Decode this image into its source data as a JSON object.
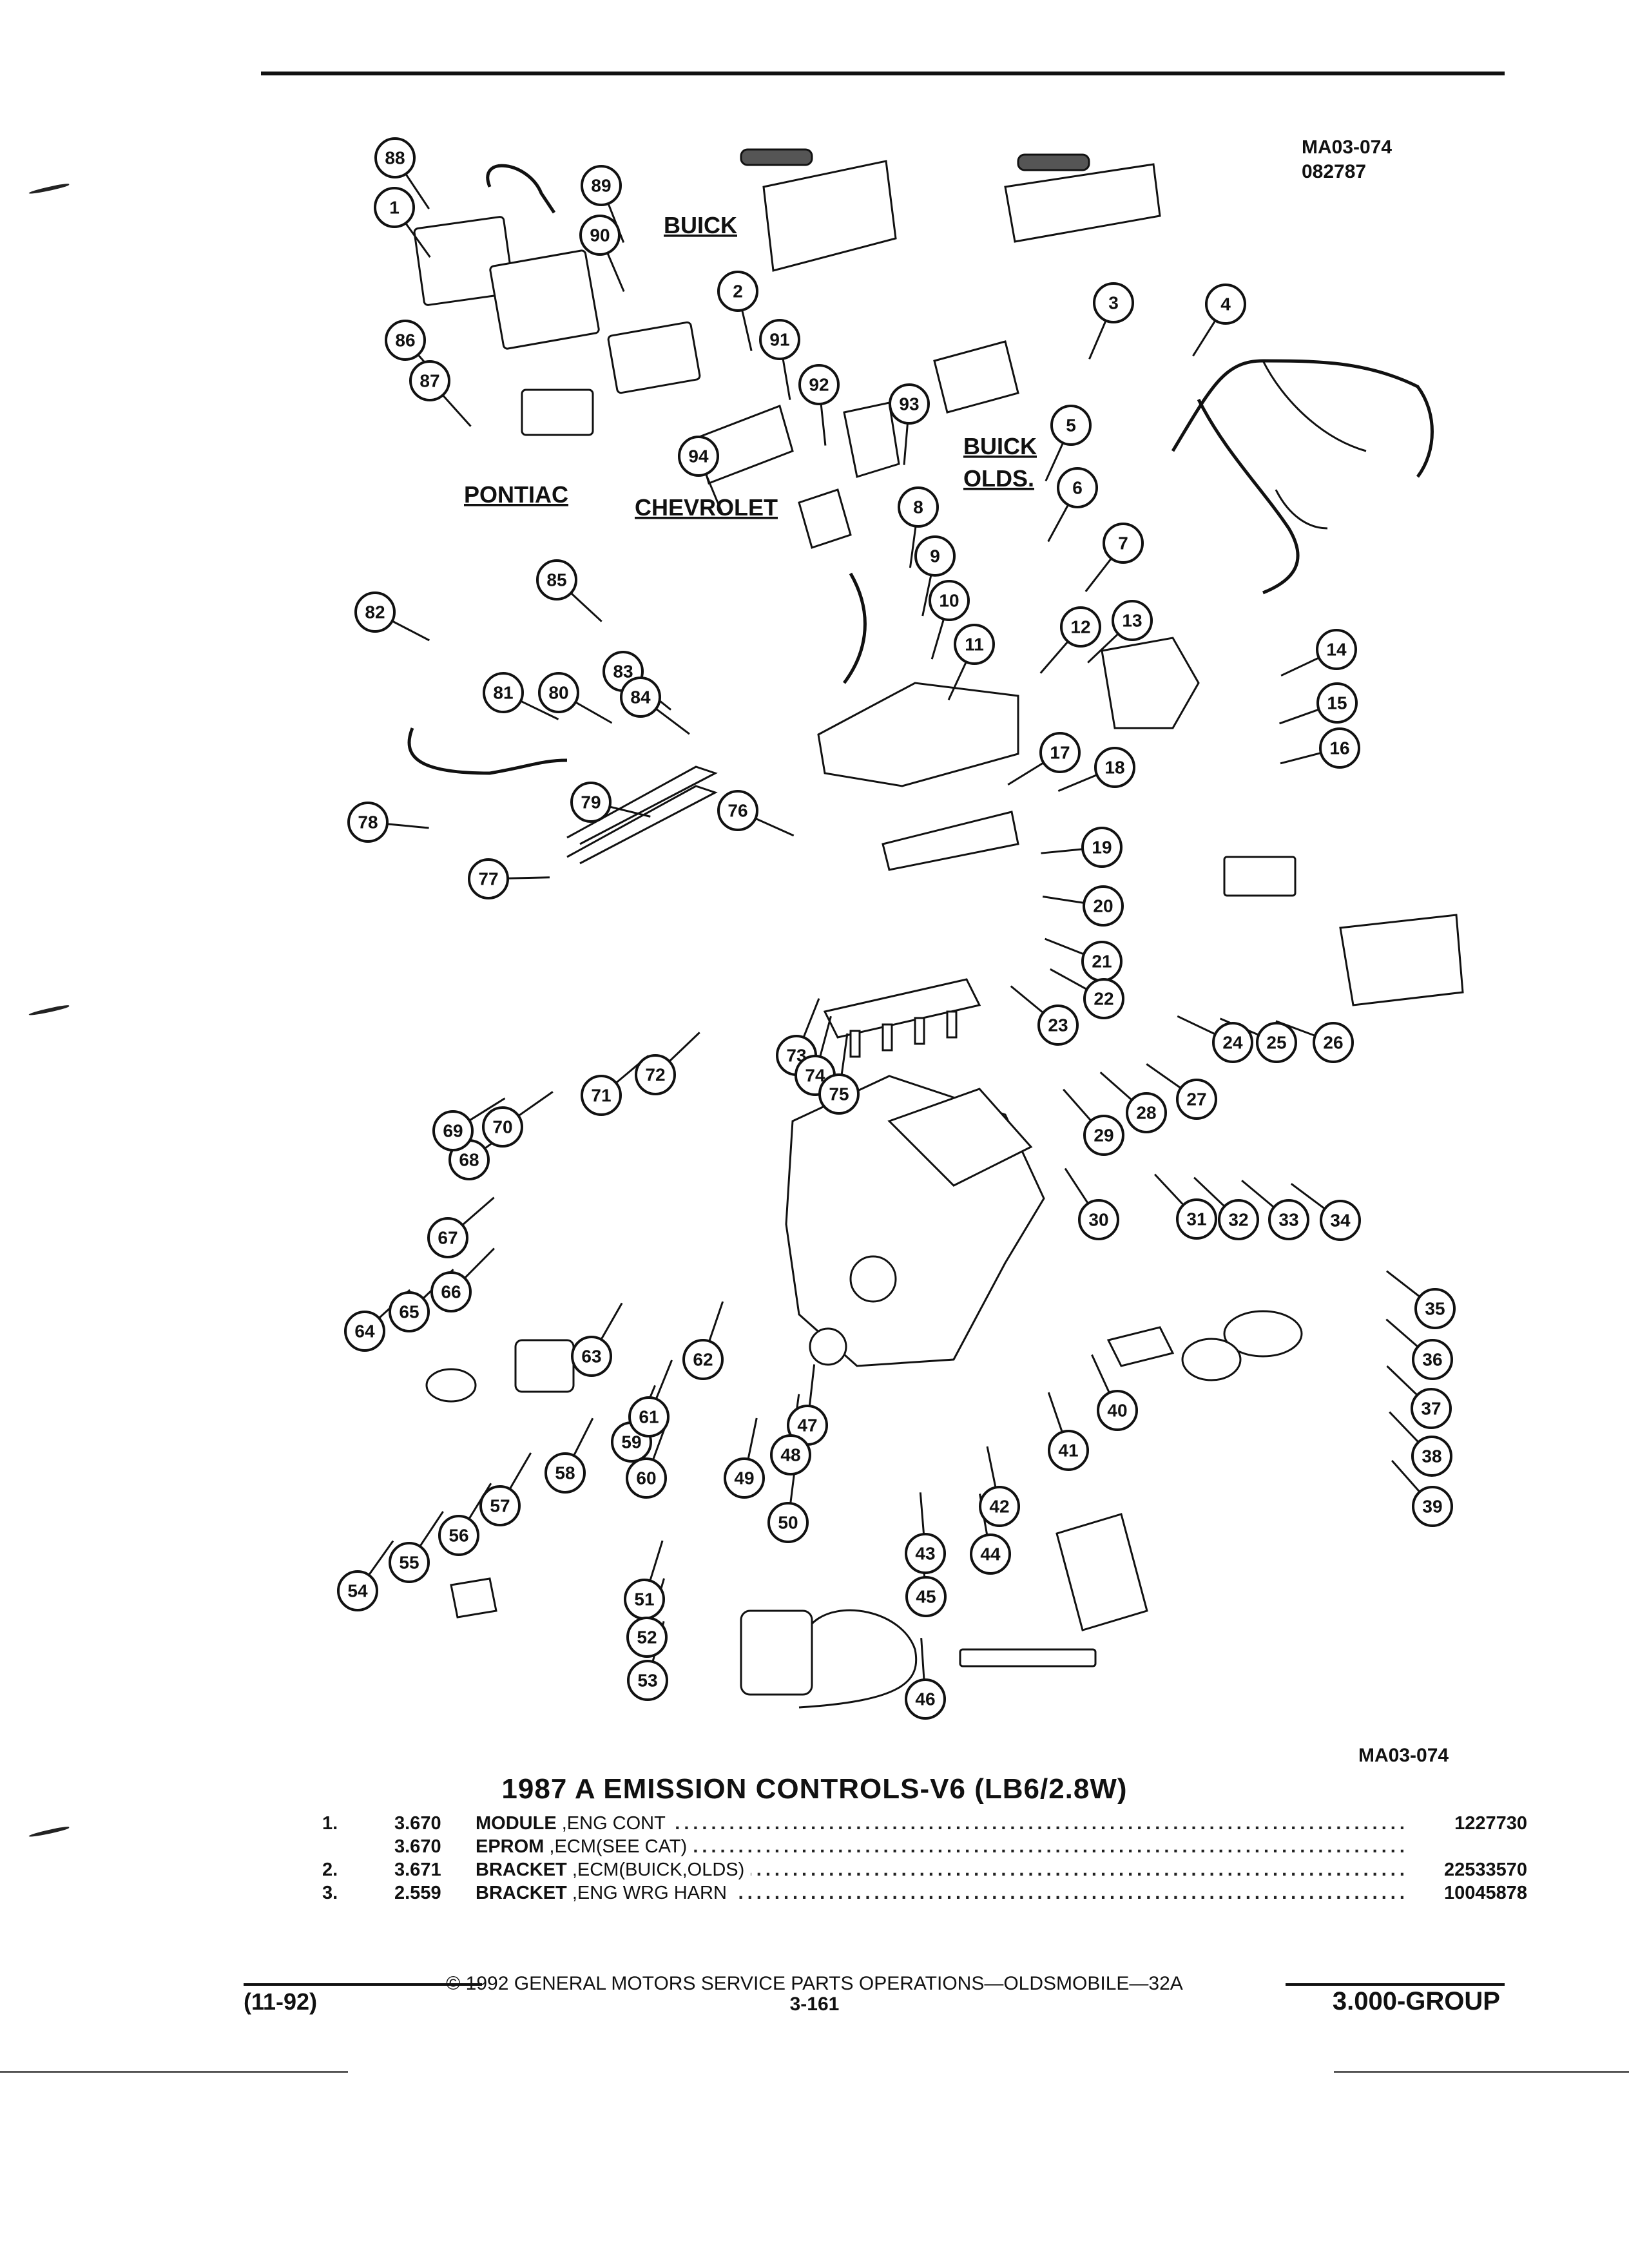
{
  "drawing_codes": {
    "top_right": "MA03-074\n082787",
    "bottom_right": "MA03-074"
  },
  "makers": {
    "buick": "BUICK",
    "pontiac": "PONTIAC",
    "chevrolet": "CHEVROLET",
    "buick_olds": "BUICK\nOLDS."
  },
  "callouts": [
    "1",
    "2",
    "3",
    "4",
    "5",
    "6",
    "7",
    "8",
    "9",
    "10",
    "11",
    "12",
    "13",
    "14",
    "15",
    "16",
    "17",
    "18",
    "19",
    "20",
    "21",
    "22",
    "23",
    "24",
    "25",
    "26",
    "27",
    "28",
    "29",
    "30",
    "31",
    "32",
    "33",
    "34",
    "35",
    "36",
    "37",
    "38",
    "39",
    "40",
    "41",
    "42",
    "43",
    "44",
    "45",
    "46",
    "47",
    "48",
    "49",
    "50",
    "51",
    "52",
    "53",
    "54",
    "55",
    "56",
    "57",
    "58",
    "59",
    "60",
    "61",
    "62",
    "63",
    "64",
    "65",
    "66",
    "67",
    "68",
    "69",
    "70",
    "71",
    "72",
    "73",
    "74",
    "75",
    "76",
    "77",
    "78",
    "79",
    "80",
    "81",
    "82",
    "83",
    "84",
    "85",
    "86",
    "87",
    "88",
    "89",
    "90",
    "91",
    "92",
    "93",
    "94"
  ],
  "title": "1987 A EMISSION CONTROLS-V6 (LB6/2.8W)",
  "parts_list": [
    {
      "no": "1.",
      "ref": "3.670",
      "name": "MODULE",
      "qualifier": ",ENG CONT",
      "part_number": "1227730"
    },
    {
      "no": "",
      "ref": "3.670",
      "name": "EPROM",
      "qualifier": ",ECM(SEE CAT)",
      "part_number": ""
    },
    {
      "no": "2.",
      "ref": "3.671",
      "name": "BRACKET",
      "qualifier": ",ECM(BUICK,OLDS)",
      "part_number": "22533570"
    },
    {
      "no": "3.",
      "ref": "2.559",
      "name": "BRACKET",
      "qualifier": ",ENG WRG HARN",
      "part_number": "10045878"
    }
  ],
  "footer": {
    "copyright": "© 1992 GENERAL MOTORS SERVICE PARTS OPERATIONS—OLDSMOBILE—32A",
    "date_code": "(11-92)",
    "page": "3-161",
    "group": "3.000-GROUP"
  }
}
